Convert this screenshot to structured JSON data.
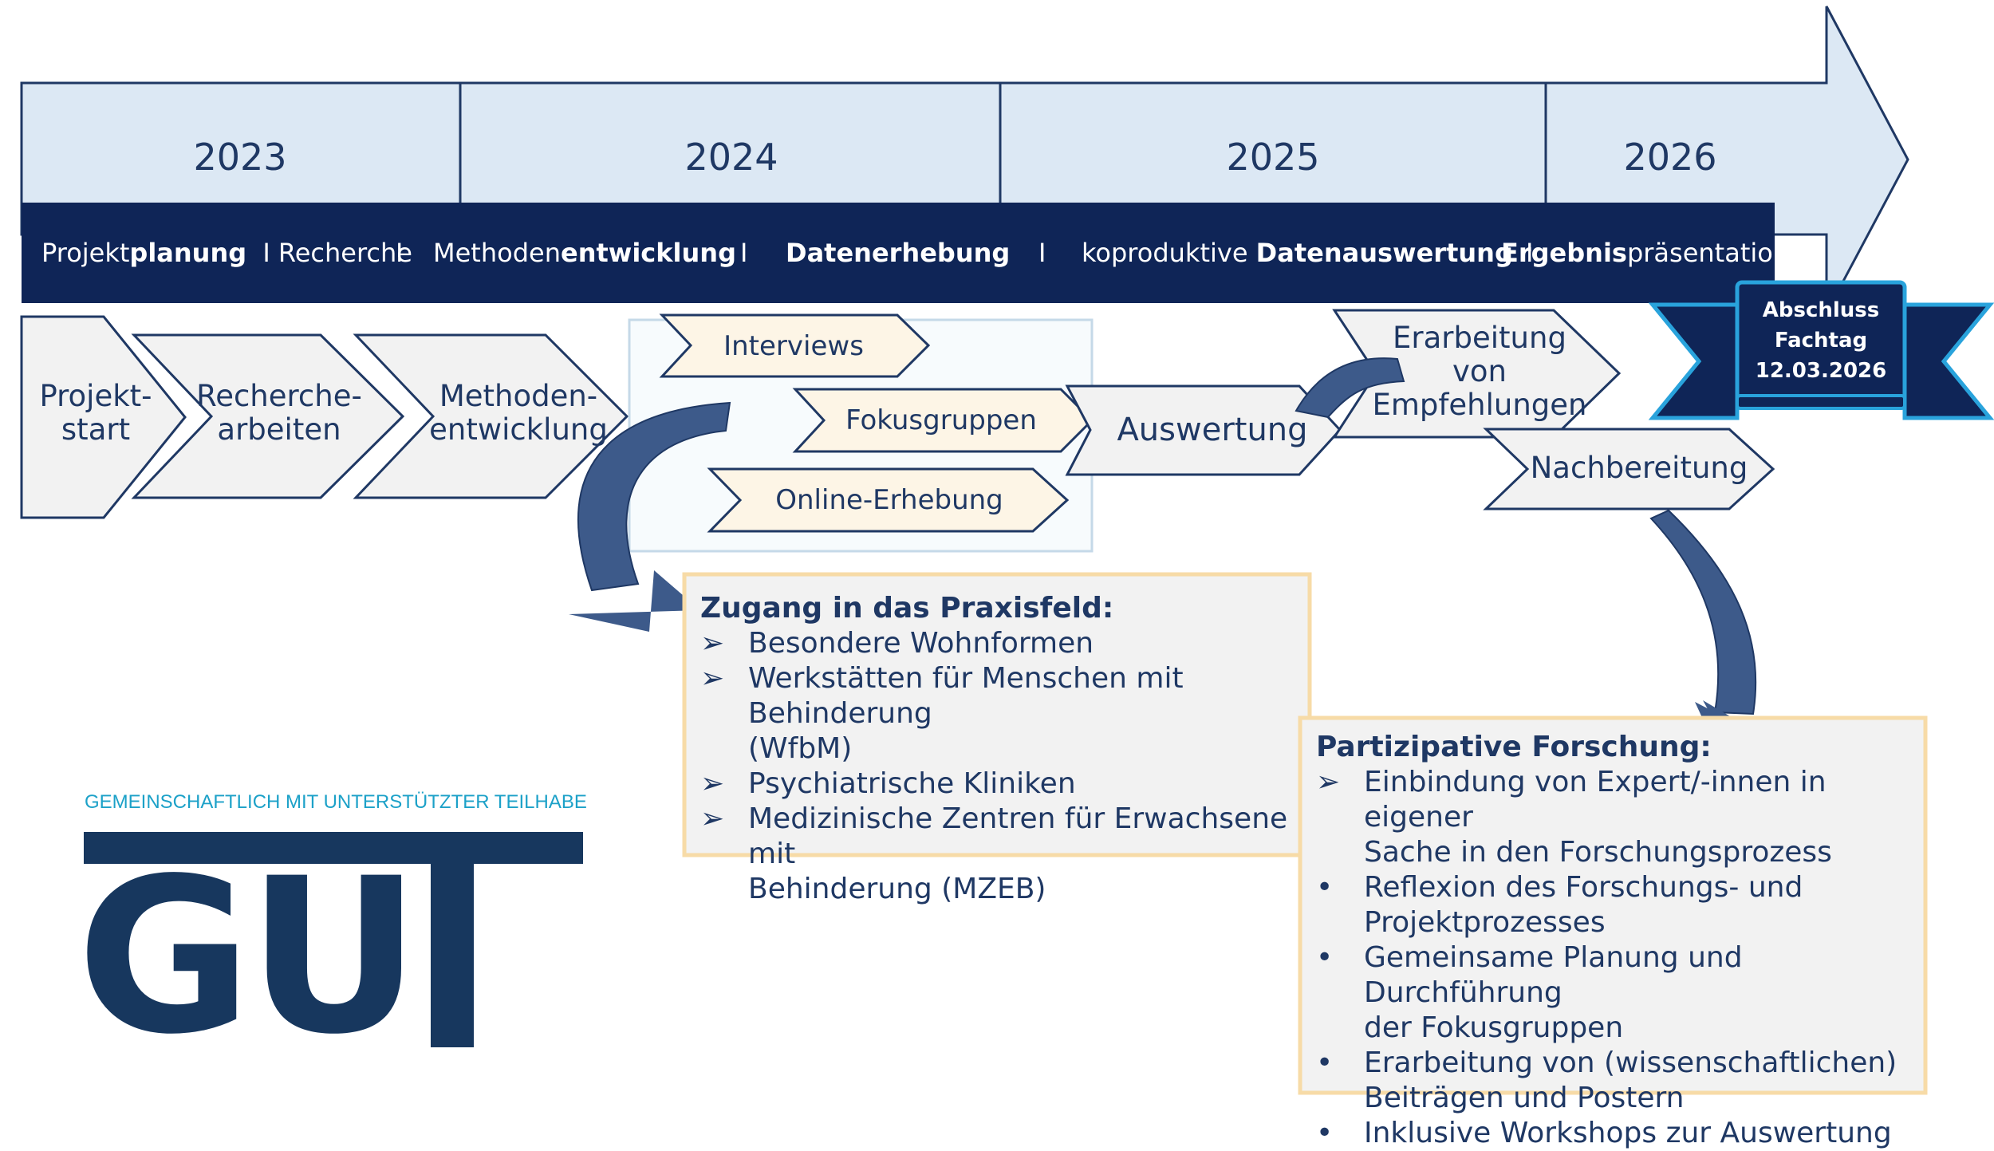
{
  "timeline": {
    "years": [
      "2023",
      "2024",
      "2025",
      "2026"
    ],
    "phases": {
      "p1_light": "Projekt",
      "p1_bold": "planung",
      "p1_sep": "I",
      "p1_b": "Recherche",
      "p2_light": "Methoden",
      "p2_bold": "entwicklung",
      "p3_bold": "Datenerhebung",
      "p4_light": "koproduktive ",
      "p4_bold": "Datenauswertung",
      "p4_sep": "I",
      "p5_bold": "Ergebnis",
      "p5_light": "präsentation",
      "separator": "I"
    }
  },
  "steps": {
    "projektstart": [
      "Projekt-",
      "start"
    ],
    "recherche": [
      "Recherche-",
      "arbeiten"
    ],
    "methoden": [
      "Methoden-",
      "entwicklung"
    ],
    "interviews": "Interviews",
    "fokusgruppen": "Fokusgruppen",
    "online": "Online-Erhebung",
    "auswertung": "Auswertung",
    "erarbeitung": [
      "Erarbeitung",
      "von",
      "Empfehlungen"
    ],
    "nachbereitung": "Nachbereitung"
  },
  "banner": [
    "Abschluss",
    "Fachtag",
    "12.03.2026"
  ],
  "praxisfeld": {
    "title": "Zugang in das Praxisfeld:",
    "marker": "➢",
    "items": [
      [
        "Besondere Wohnformen"
      ],
      [
        "Werkstätten für Menschen mit Behinderung",
        "(WfbM)"
      ],
      [
        "Psychiatrische Kliniken"
      ],
      [
        "Medizinische Zentren für Erwachsene mit",
        "Behinderung (MZEB)"
      ]
    ]
  },
  "forschung": {
    "title": "Partizipative Forschung:",
    "markers": [
      "➢",
      "•",
      "•",
      "•",
      "•"
    ],
    "items": [
      [
        "Einbindung von Expert/-innen in eigener",
        "Sache in den Forschungsprozess"
      ],
      [
        "Reflexion des Forschungs- und",
        "Projektprozesses"
      ],
      [
        "Gemeinsame Planung und Durchführung",
        "der Fokusgruppen"
      ],
      [
        "Erarbeitung von (wissenschaftlichen)",
        "Beiträgen und Postern"
      ],
      [
        "Inklusive Workshops zur Auswertung"
      ]
    ]
  },
  "logo": {
    "tagline": "GEMEINSCHAFTLICH MIT UNTERSTÜTZTER TEILHABE",
    "letters": "GUT"
  },
  "colors": {
    "timeline_fill": "#dce8f4",
    "phase_bar": "#0f2557",
    "step_fill": "#f2f2f2",
    "step_stroke": "#1f3864",
    "method_fill": "#fdf5e6",
    "box_border": "#f7dba7",
    "arrow": "#3d5a8a",
    "banner_light": "#29a3dc",
    "logo": "#17375e",
    "tagline": "#1ca1c8"
  }
}
